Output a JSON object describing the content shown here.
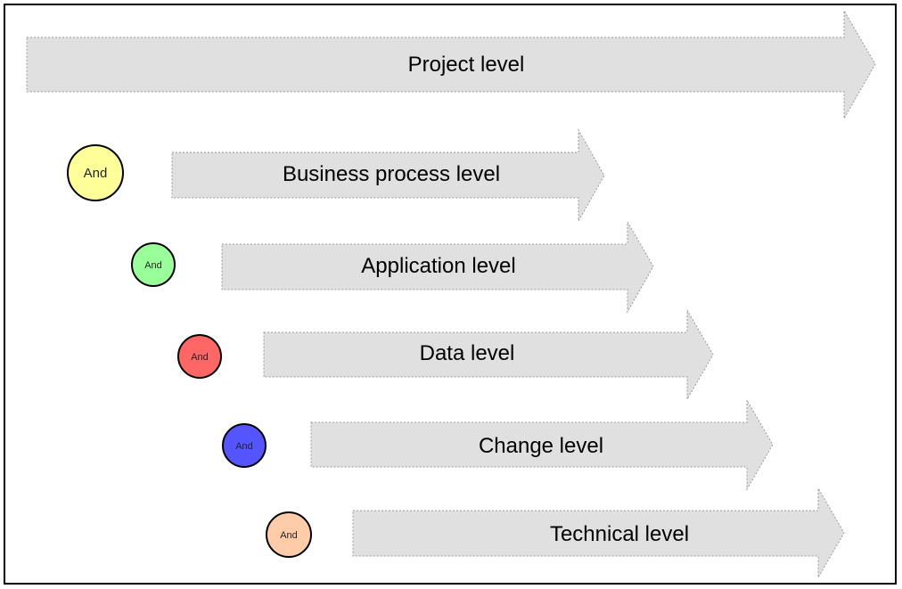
{
  "levels": [
    {
      "label": "Project level"
    },
    {
      "label": "Business process level",
      "connector": "And",
      "connector_color": "#ffff99"
    },
    {
      "label": "Application level",
      "connector": "And",
      "connector_color": "#99ff99"
    },
    {
      "label": "Data level",
      "connector": "And",
      "connector_color": "#ff6666"
    },
    {
      "label": "Change level",
      "connector": "And",
      "connector_color": "#5555ff"
    },
    {
      "label": "Technical level",
      "connector": "And",
      "connector_color": "#ffccaa"
    }
  ],
  "colors": {
    "arrow_fill": "#e0e0e0",
    "arrow_stroke": "#9a9a9a",
    "frame": "#000000"
  }
}
